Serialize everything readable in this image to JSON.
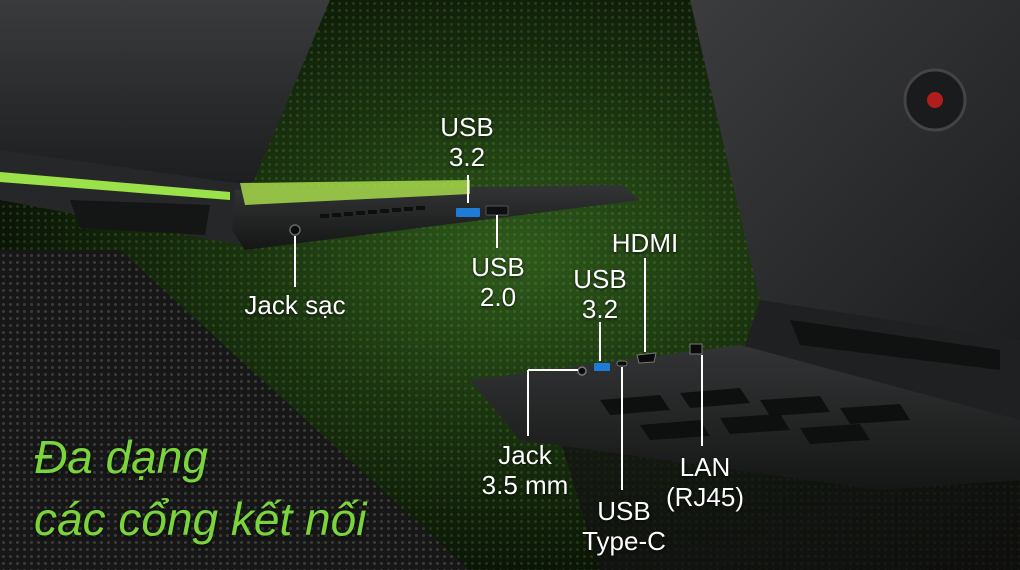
{
  "labels": {
    "usb32_top": [
      "USB",
      "3.2"
    ],
    "usb20": [
      "USB",
      "2.0"
    ],
    "jack_sac": "Jack sạc",
    "hdmi": "HDMI",
    "usb32_right": [
      "USB",
      "3.2"
    ],
    "jack35": [
      "Jack",
      "3.5 mm"
    ],
    "usb_typec": [
      "USB",
      "Type-C"
    ],
    "lan": [
      "LAN",
      "(RJ45)"
    ]
  },
  "headline": {
    "line1": "Đa dạng",
    "line2": "các cổng kết nối"
  },
  "colors": {
    "accent_green": "#7bd43c",
    "laptop_body": "#2a2b2c",
    "port_blue": "#1e7bd6"
  }
}
